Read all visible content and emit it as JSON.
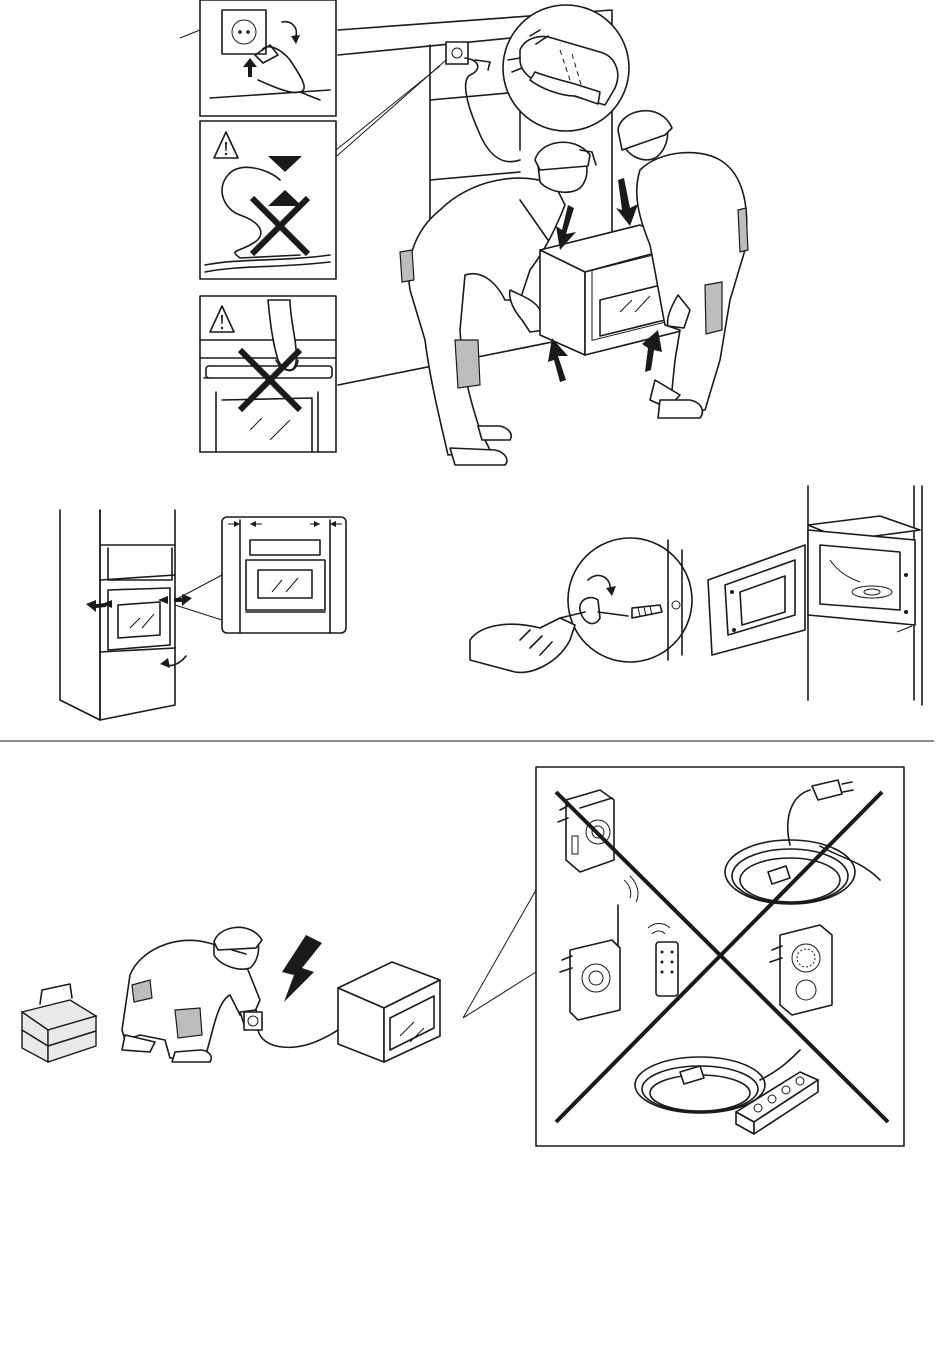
{
  "document": {
    "type": "installation-instructions-illustration",
    "colors": {
      "ink": "#1a1a1a",
      "shade": "#bdbdbd",
      "light_fill": "#e9e9e9",
      "background": "#ffffff"
    }
  },
  "sections": [
    {
      "id": "lifting-oven",
      "figures": [
        "socket-and-plug-detail",
        "warning-cable-pinch",
        "warning-door-handle",
        "two-installers-lifting-oven",
        "gloves-detail"
      ],
      "icons": [
        "warning-triangle-icon",
        "prohibited-cross-icon",
        "arrow-icon"
      ]
    },
    {
      "id": "alignment-and-fixing",
      "figures": [
        "cabinet-gap-alignment",
        "gap-detail",
        "screwdriver-fixing",
        "oven-open-door-screws"
      ]
    },
    {
      "id": "electrical-connection",
      "figures": [
        "toolbox",
        "installer-plugging-in",
        "lightning-icon",
        "oven-unit",
        "prohibited-adapters-panel"
      ],
      "icons": [
        "prohibited-cross-icon",
        "lightning-icon"
      ]
    }
  ]
}
